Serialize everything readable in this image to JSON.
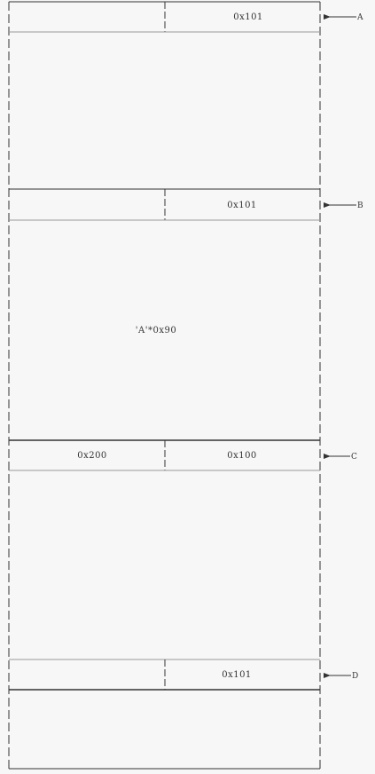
{
  "diagram": {
    "colors": {
      "line": "#333333",
      "light_line": "#9a9a9a",
      "background": "#f7f7f7",
      "text": "#333333"
    },
    "chunks": [
      {
        "id": "A",
        "left_value": "",
        "right_value": "0x101",
        "marker": "A"
      },
      {
        "id": "B",
        "left_value": "",
        "right_value": "0x101",
        "marker": "B"
      },
      {
        "id": "C",
        "left_value": "0x200",
        "right_value": "0x100",
        "marker": "C"
      },
      {
        "id": "D",
        "left_value": "",
        "right_value": "0x101",
        "marker": "D"
      }
    ],
    "body_label": "'A'*0x90"
  }
}
